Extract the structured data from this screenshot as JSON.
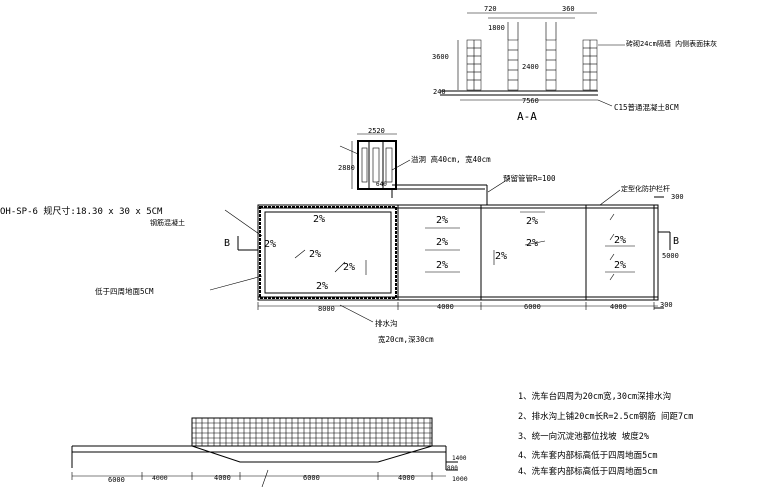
{
  "section": {
    "title": "A-A",
    "dims": {
      "d720": "720",
      "d360": "360",
      "d1800": "1800",
      "d3600": "3600",
      "d2400": "2400",
      "d240": "240",
      "d7560": "7560"
    },
    "notes": {
      "wall": "砖砌24cm隔墙 内侧表面抹灰",
      "base": "C15普通混凝土8CM"
    }
  },
  "plan": {
    "tank_dims": {
      "w": "2520",
      "h": "2880",
      "sub": "640"
    },
    "tank_note": "溢洞 高40cm, 宽40cm",
    "pipe_note": "预留管管R=100",
    "rail_note": "定型化防护栏杆",
    "model_note": "OH-SP-6  规尺寸:18.30 x 30 x 5CM",
    "model_sub": "钢筋混凝土",
    "low_note": "低于四周地面5CM",
    "drain_note1": "排水沟",
    "drain_note2": "宽20cm,深30cm",
    "slopes": [
      "2%",
      "2%",
      "2%",
      "2%",
      "2%",
      "2%",
      "2%",
      "2%",
      "2%",
      "2%",
      "2%",
      "2%",
      "2%"
    ],
    "b_label": "B",
    "dims": {
      "d8000": "8000",
      "d4000a": "4000",
      "d6000": "6000",
      "d4000b": "4000",
      "d300a": "300",
      "d300b": "300",
      "d5000": "5000"
    }
  },
  "elevation": {
    "dims": {
      "d6000a": "6000",
      "d4000a": "4000",
      "d4000b": "4000",
      "d6000b": "6000",
      "d4000c": "4000",
      "d1000": "1000",
      "d1400": "1400",
      "d800": "800"
    }
  },
  "notes": [
    "1、洗车台四周为20cm宽,30cm深排水沟",
    "2、排水沟上铺20cm长R=2.5cm钢筋 间距7cm",
    "3、统一向沉淀池都位找坡 坡度2%",
    "4、洗车套内部标高低于四周地面5cm",
    "4、洗车套内部标高低于四周地面5cm"
  ]
}
